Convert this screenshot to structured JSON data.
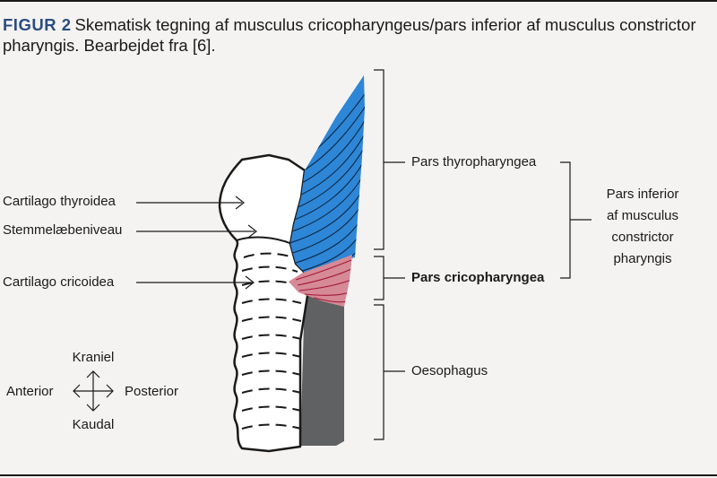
{
  "figure": {
    "label": "FIGUR 2",
    "caption": "Skematisk tegning af musculus cricopharyngeus/pars inferior af musculus constrictor pharyngis. Bearbejdet fra [6]."
  },
  "left_labels": {
    "thyroid": "Cartilago thyroidea",
    "vocal": "Stemmelæbeniveau",
    "cricoid": "Cartilago cricoidea"
  },
  "right_labels": {
    "thyro": "Pars thyropharyngea",
    "crico": "Pars cricopharyngea",
    "oeso": "Oesophagus",
    "group_line1": "Pars inferior",
    "group_line2": "af musculus",
    "group_line3": "constrictor",
    "group_line4": "pharyngis"
  },
  "orientation": {
    "up": "Kraniel",
    "down": "Kaudal",
    "left": "Anterior",
    "right": "Posterior"
  },
  "colors": {
    "thyropharyngea": "#2e86d6",
    "cricopharyngea": "#d58a96",
    "oesophagus": "#606163",
    "caption_label": "#2a4e82"
  }
}
